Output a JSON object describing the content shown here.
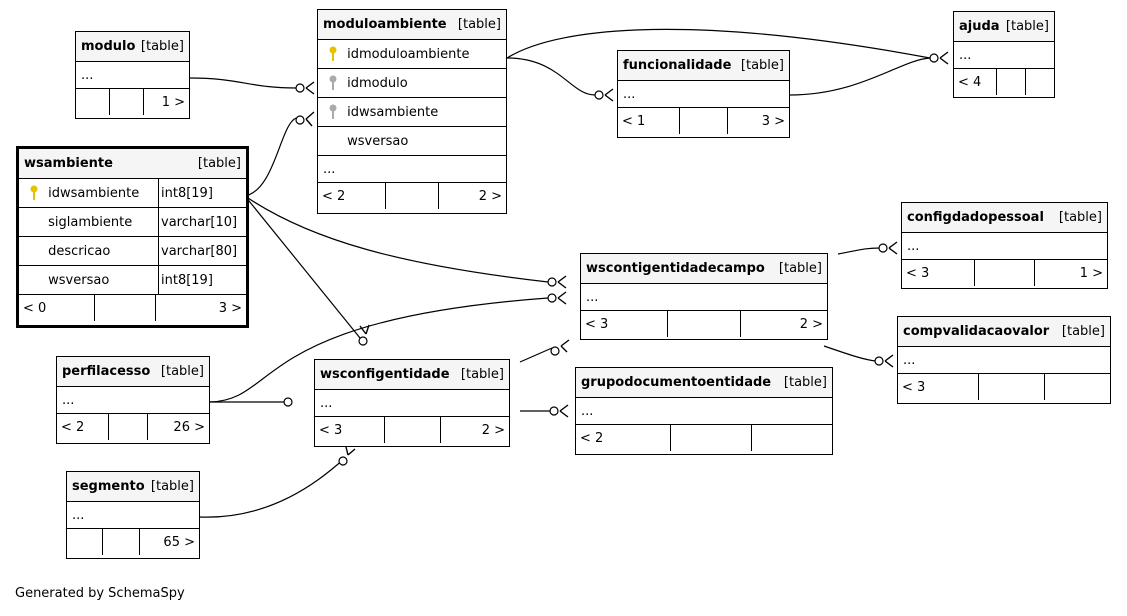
{
  "tables": {
    "modulo": {
      "name": "modulo",
      "type": "[table]",
      "ellipsis": "...",
      "footer": [
        "",
        "",
        "1 >"
      ]
    },
    "moduloambiente": {
      "name": "moduloambiente",
      "type": "[table]",
      "columns": [
        {
          "name": "idmoduloambiente",
          "icon": "pk"
        },
        {
          "name": "idmodulo",
          "icon": "fk"
        },
        {
          "name": "idwsambiente",
          "icon": "fk"
        },
        {
          "name": "wsversao",
          "icon": ""
        }
      ],
      "ellipsis": "...",
      "footer": [
        "< 2",
        "",
        "2 >"
      ]
    },
    "funcionalidade": {
      "name": "funcionalidade",
      "type": "[table]",
      "ellipsis": "...",
      "footer": [
        "< 1",
        "",
        "3 >"
      ]
    },
    "ajuda": {
      "name": "ajuda",
      "type": "[table]",
      "ellipsis": "...",
      "footer": [
        "< 4",
        "",
        ""
      ]
    },
    "wsambiente": {
      "name": "wsambiente",
      "type": "[table]",
      "columns": [
        {
          "name": "idwsambiente",
          "type": "int8[19]",
          "icon": "pk"
        },
        {
          "name": "siglambiente",
          "type": "varchar[10]",
          "icon": ""
        },
        {
          "name": "descricao",
          "type": "varchar[80]",
          "icon": ""
        },
        {
          "name": "wsversao",
          "type": "int8[19]",
          "icon": ""
        }
      ],
      "footer": [
        "< 0",
        "",
        "3 >"
      ]
    },
    "configdadopessoal": {
      "name": "configdadopessoal",
      "type": "[table]",
      "ellipsis": "...",
      "footer": [
        "< 3",
        "",
        "1 >"
      ]
    },
    "wscontigentidadecampo": {
      "name": "wscontigentidadecampo",
      "type": "[table]",
      "ellipsis": "...",
      "footer": [
        "< 3",
        "",
        "2 >"
      ]
    },
    "compvalidacaovalor": {
      "name": "compvalidacaovalor",
      "type": "[table]",
      "ellipsis": "...",
      "footer": [
        "< 3",
        "",
        ""
      ]
    },
    "perfilacesso": {
      "name": "perfilacesso",
      "type": "[table]",
      "ellipsis": "...",
      "footer": [
        "< 2",
        "",
        "26 >"
      ]
    },
    "wsconfigentidade": {
      "name": "wsconfigentidade",
      "type": "[table]",
      "ellipsis": "...",
      "footer": [
        "< 3",
        "",
        "2 >"
      ]
    },
    "grupodocumentoentidade": {
      "name": "grupodocumentoentidade",
      "type": "[table]",
      "ellipsis": "...",
      "footer": [
        "< 2",
        "",
        ""
      ]
    },
    "segmento": {
      "name": "segmento",
      "type": "[table]",
      "ellipsis": "...",
      "footer": [
        "",
        "",
        "65 >"
      ]
    }
  },
  "colors": {
    "pk": "#e6c200",
    "fk": "#aaaaaa",
    "header_bg": "#f5f5f5",
    "line": "#000000"
  },
  "credit": "Generated by SchemaSpy"
}
